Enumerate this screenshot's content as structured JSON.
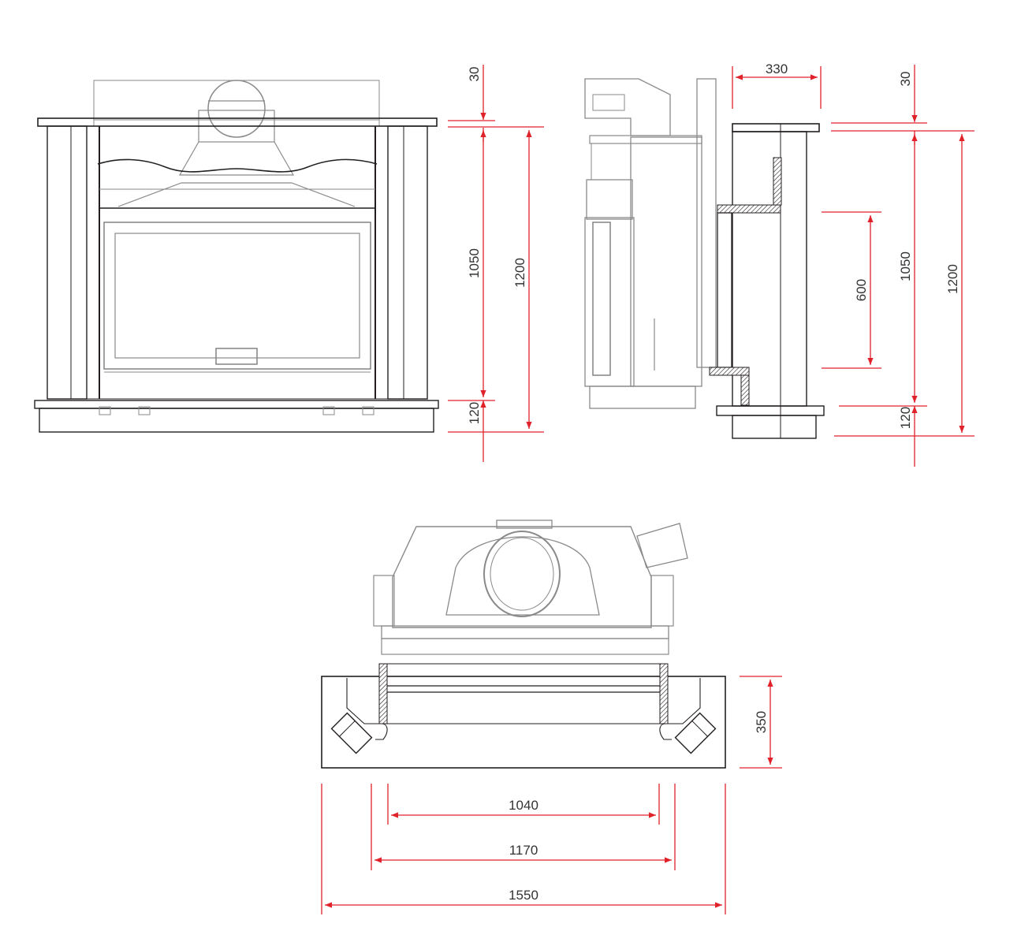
{
  "colors": {
    "dimension": "#e0222a",
    "outline": "#231f20",
    "ghost": "#8a8a8a",
    "text": "#333333"
  },
  "front_view": {
    "dims": {
      "top_gap": "30",
      "inner_height": "1050",
      "total_height": "1200",
      "base_height": "120"
    }
  },
  "side_view": {
    "dims": {
      "depth": "330",
      "top_gap": "30",
      "opening": "600",
      "inner_height": "1050",
      "total_height": "1200",
      "base_height": "120"
    }
  },
  "top_view": {
    "dims": {
      "depth": "350",
      "inner_width": "1040",
      "middle_width": "1170",
      "total_width": "1550"
    }
  }
}
